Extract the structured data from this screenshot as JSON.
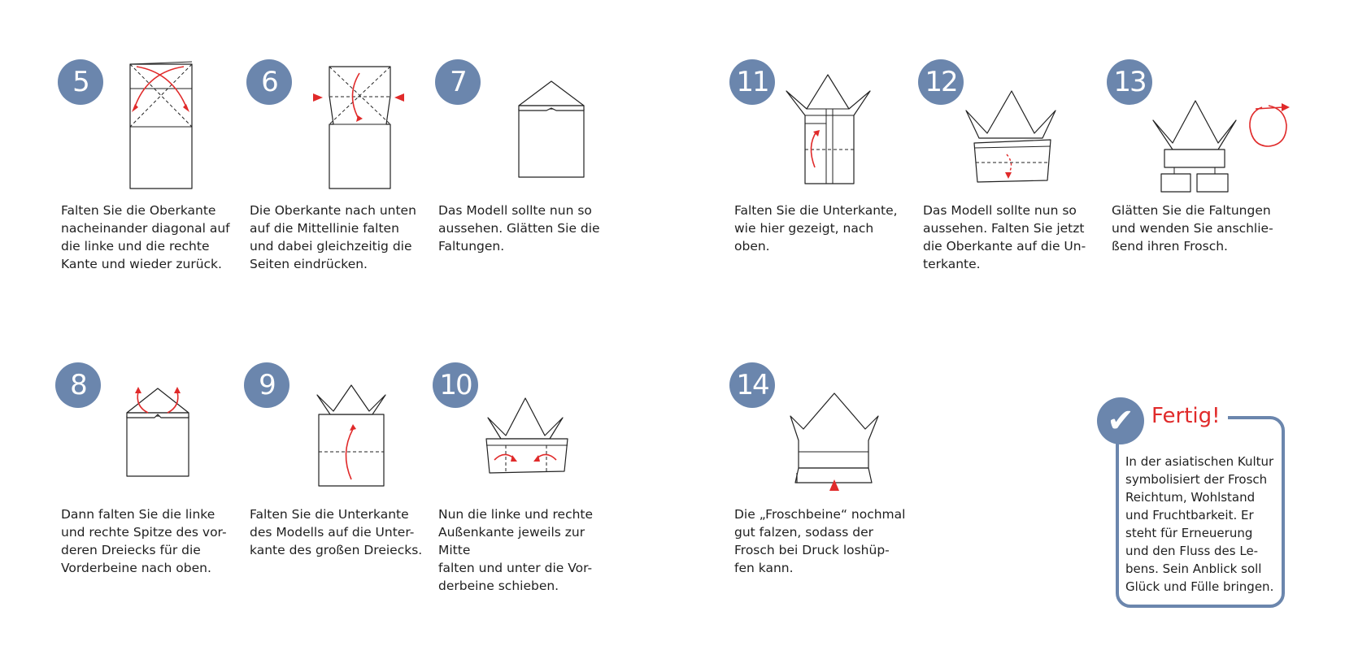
{
  "steps": {
    "s5": {
      "num": "5",
      "text": "Falten Sie die Oberkante\nnacheinander diagonal auf\ndie linke und die rechte\nKante und wieder zurück."
    },
    "s6": {
      "num": "6",
      "text": "Die Oberkante nach unten\nauf die Mittellinie falten\nund dabei gleichzeitig die\nSeiten eindrücken."
    },
    "s7": {
      "num": "7",
      "text": "Das Modell sollte nun so\naussehen. Glätten Sie die\nFaltungen."
    },
    "s8": {
      "num": "8",
      "text": "Dann falten Sie die linke\nund rechte Spitze des vor-\nderen Dreiecks für die\nVorderbeine nach oben."
    },
    "s9": {
      "num": "9",
      "text": "Falten Sie die Unterkante\ndes Modells auf die Unter-\nkante des großen Dreiecks."
    },
    "s10": {
      "num": "10",
      "text": "Nun die linke und rechte\nAußenkante jeweils zur Mitte\nfalten und unter die Vor-\nderbeine schieben."
    },
    "s11": {
      "num": "11",
      "text": "Falten Sie die Unterkante,\nwie hier gezeigt, nach oben."
    },
    "s12": {
      "num": "12",
      "text": "Das Modell sollte nun so\naussehen. Falten Sie jetzt\ndie Oberkante auf die Un-\nterkante."
    },
    "s13": {
      "num": "13",
      "text": "Glätten Sie die Faltungen\nund wenden Sie anschlie-\nßend ihren Frosch."
    },
    "s14": {
      "num": "14",
      "text": "Die „Froschbeine“ nochmal\ngut falzen, sodass der\nFrosch bei Druck loshüp-\nfen kann."
    }
  },
  "done": {
    "title": "Fertig!",
    "text": "In der asiatischen Kultur\nsymbolisiert der Frosch\nReichtum, Wohlstand\nund Fruchtbarkeit. Er\nsteht für Erneuerung\nund den Fluss des Le-\nbens. Sein Anblick soll\nGlück und Fülle bringen."
  },
  "colors": {
    "accent": "#6b86ad",
    "arrow": "#e02a2a"
  },
  "icons": {
    "done": "checkmark-icon"
  }
}
